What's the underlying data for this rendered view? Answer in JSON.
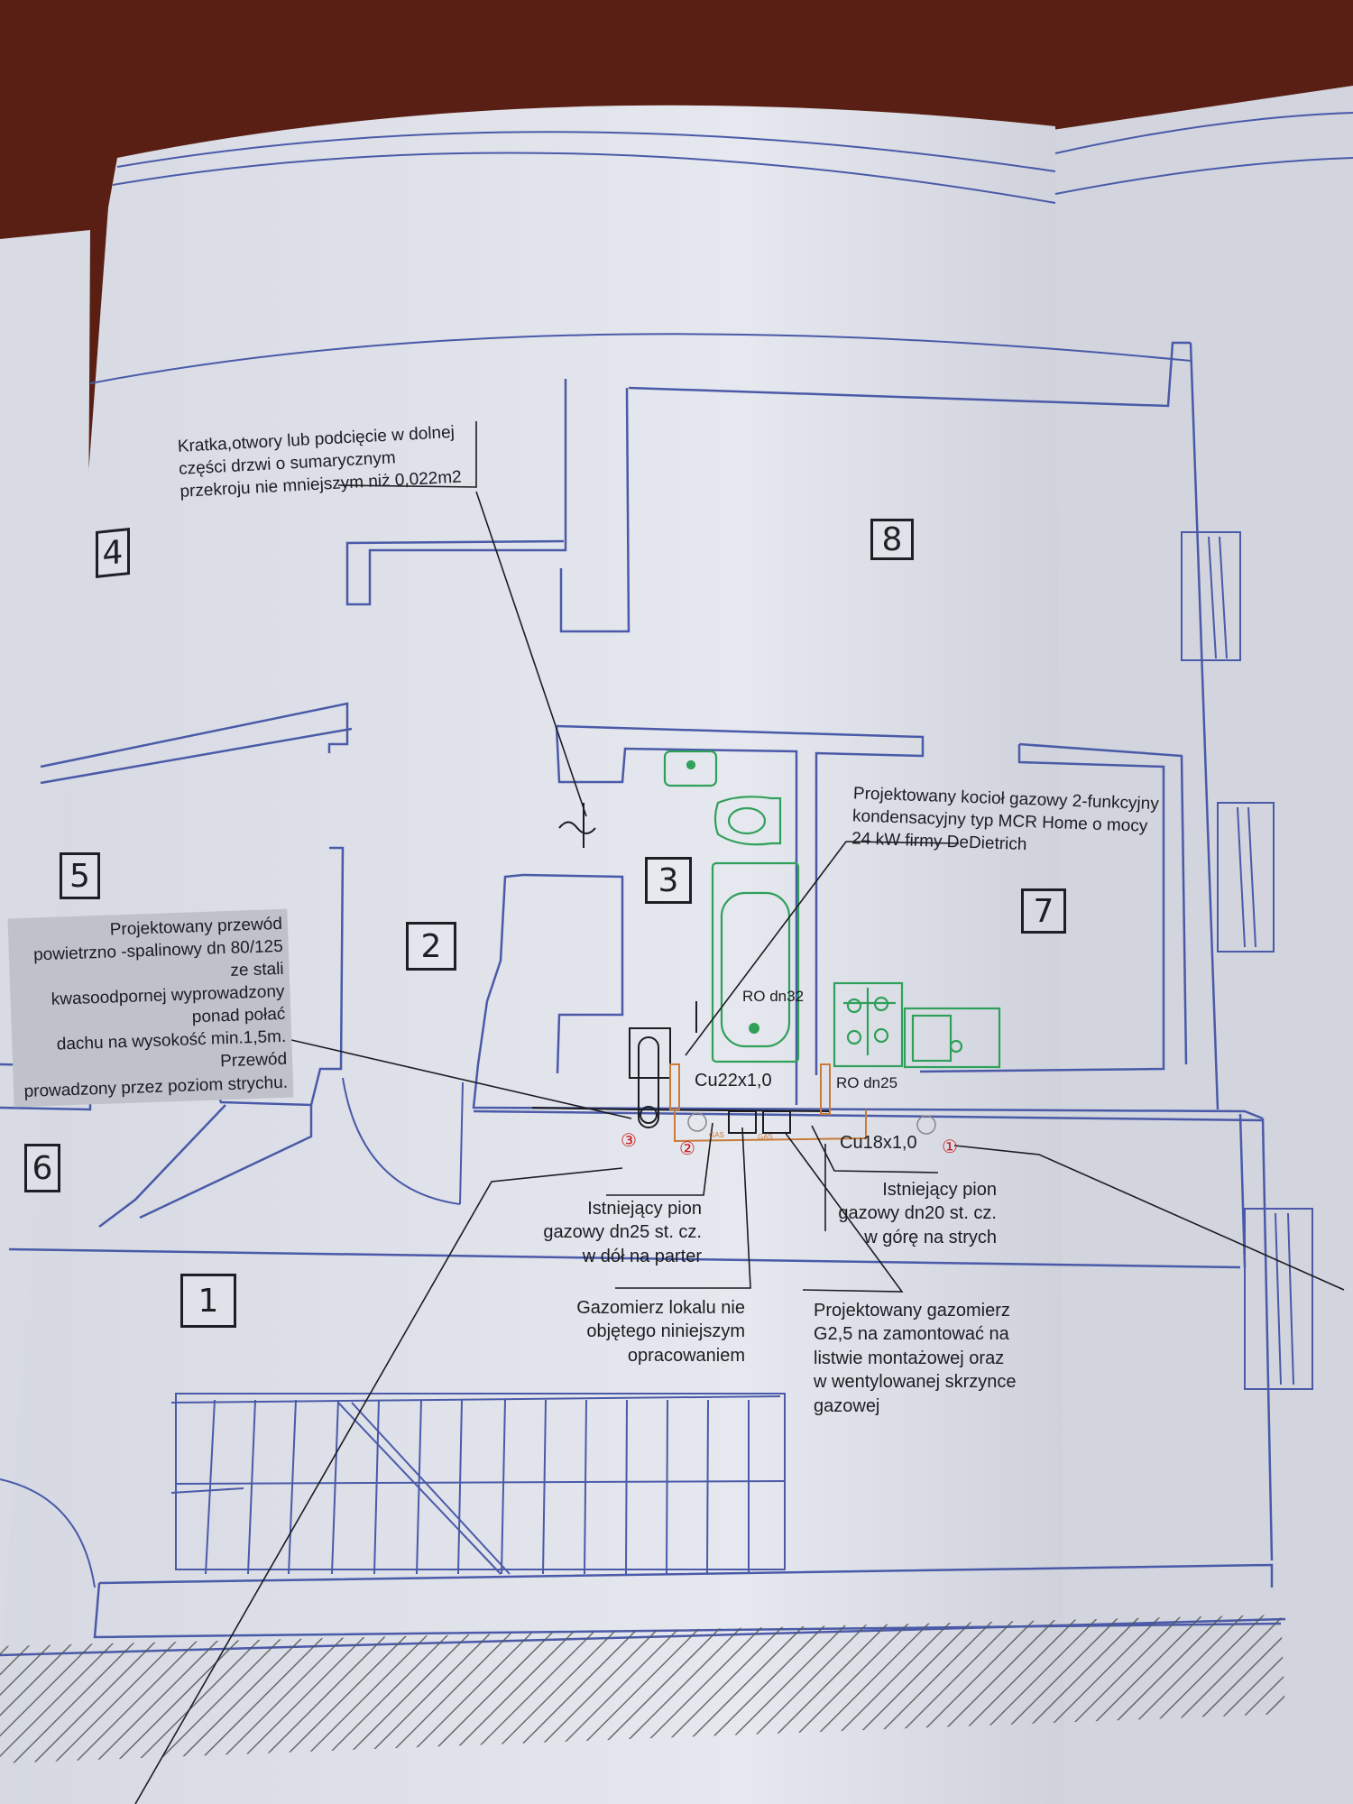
{
  "rooms": [
    "1",
    "2",
    "3",
    "4",
    "5",
    "6",
    "7",
    "8"
  ],
  "notes": {
    "vent_grille": "Kratka,otwory lub podcięcie w dolnej\nczęści drzwi o sumarycznym\nprzekroju nie mniejszym niż 0,022m2",
    "boiler": "Projektowany kocioł gazowy 2-funkcyjny\nkondensacyjny typ MCR Home o mocy\n24 kW firmy DeDietrich",
    "flue": "Projektowany przewód\npowietrzno -spalinowy dn 80/125 ze stali\nkwasoodpornej wyprowadzony ponad połać\ndachu na wysokość min.1,5m. Przewód\nprowadzony przez poziom strychu.",
    "riser_down": "Istniejący pion\ngazowy dn25 st. cz.\nw dół na parter",
    "riser_up": "Istniejący pion\ngazowy dn20 st. cz.\nw górę na strych",
    "meter_other": "Gazomierz lokalu nie\nobjętego niniejszym\nopracowaniem",
    "meter_new": "Projektowany gazomierz\nG2,5 na zamontować na\nlistwie montażowej oraz\nw wentylowanej skrzynce\ngazowej"
  },
  "pipes": {
    "ro_dn32": "RO dn32",
    "ro_dn25": "RO dn25",
    "cu22": "Cu22x1,0",
    "cu18": "Cu18x1,0"
  },
  "risers": [
    "①",
    "②",
    "③"
  ],
  "gas_label": "GAS",
  "colors": {
    "wall": "#4a5aa8",
    "fixture": "#2fa05a",
    "pipe_red": "#c81e1e",
    "leader": "#1c1c22",
    "paper": "#e4e6ee",
    "table": "#5a1f14"
  }
}
